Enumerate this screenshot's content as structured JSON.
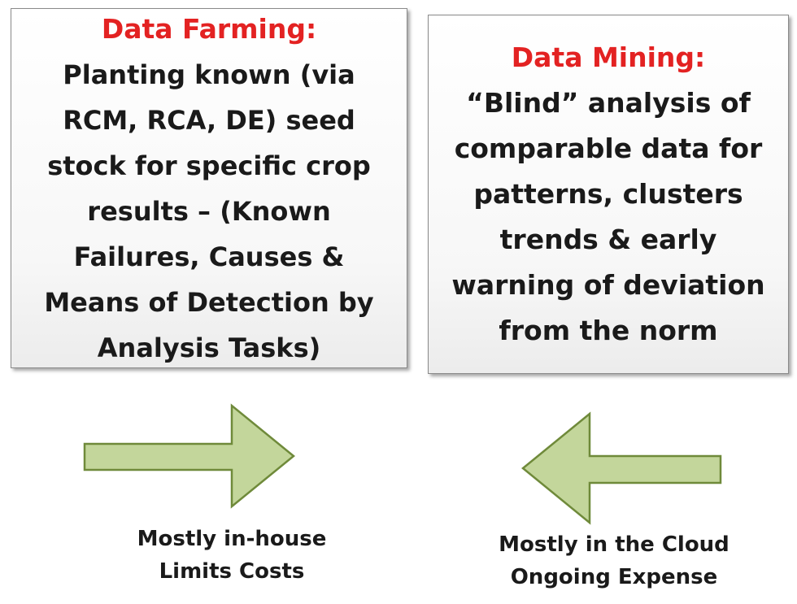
{
  "farming_box": {
    "title": "Data Farming:",
    "lines": [
      "Planting known (via",
      "RCM, RCA, DE) seed",
      "stock for specific crop",
      "results – (Known",
      "Failures,  Causes &",
      "Means of Detection by",
      "Analysis Tasks)"
    ]
  },
  "mining_box": {
    "title": "Data Mining:",
    "lines": [
      "“Blind” analysis of",
      "comparable data for",
      "patterns, clusters",
      "trends & early",
      "warning of deviation",
      "from the norm"
    ]
  },
  "left_caption": {
    "line1": "Mostly in-house",
    "line2": "Limits Costs"
  },
  "right_caption": {
    "line1": "Mostly in the Cloud",
    "line2": "Ongoing Expense"
  },
  "colors": {
    "title_red": "#e32222",
    "arrow_fill": "#c3d69b",
    "arrow_stroke": "#6f8a3a"
  },
  "icons": {
    "left_arrow_direction": "right-arrow-icon",
    "right_arrow_direction": "left-arrow-icon"
  }
}
